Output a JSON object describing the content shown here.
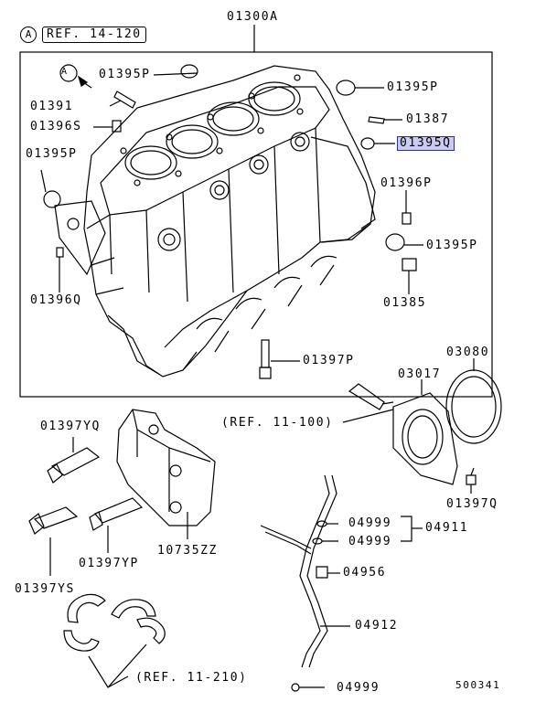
{
  "header": {
    "ref_marker": "A",
    "ref_box": "REF. 14-120",
    "main_part": "01300A"
  },
  "callouts": {
    "p01395P_top": "01395P",
    "p01395P_right": "01395P",
    "p01391": "01391",
    "p01387": "01387",
    "p01396S": "01396S",
    "p01395Q": "01395Q",
    "p01395P_left": "01395P",
    "p01396P": "01396P",
    "p01395P_right2": "01395P",
    "p01396Q": "01396Q",
    "p01385": "01385",
    "p01397P": "01397P",
    "p03080": "03080",
    "p03017": "03017",
    "ref_11_100": "(REF. 11-100)",
    "p01397YQ": "01397YQ",
    "p01397Q": "01397Q",
    "p04999_a": "04999",
    "p04911": "04911",
    "p04999_b": "04999",
    "p10735ZZ": "10735ZZ",
    "p01397YP": "01397YP",
    "p01397YS": "01397YS",
    "p04956": "04956",
    "p04912": "04912",
    "ref_11_210": "(REF. 11-210)",
    "p04999_c": "04999",
    "diagram_id": "500341"
  },
  "inline_marker": "A",
  "colors": {
    "highlight_fill": "#c9cbf0",
    "highlight_border": "#2a2f9a",
    "ink": "#000000"
  },
  "highlighted_part": "01395Q"
}
